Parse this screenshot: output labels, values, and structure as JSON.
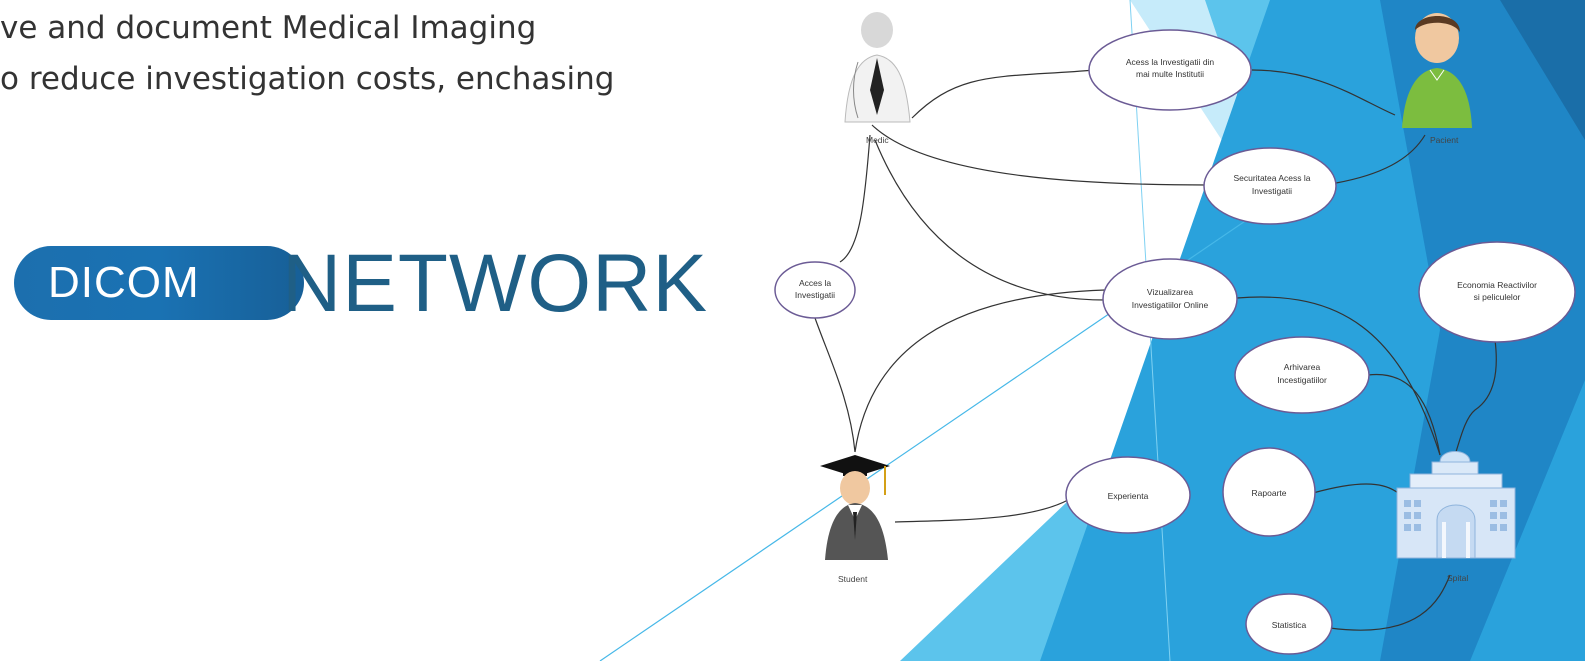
{
  "intro_lines": [
    "ve and document Medical Imaging",
    "o reduce investigation costs, enchasing"
  ],
  "logo": {
    "part1": "DICOM",
    "part2": "NETWORK"
  },
  "actors": {
    "medic": "Medic",
    "pacient": "Pacient",
    "student": "Student",
    "spital": "Spital"
  },
  "use_cases": {
    "acces_institute": [
      "Acess la Investigatii din",
      "mai multe Institutii"
    ],
    "securitatea": [
      "Securitatea Acess la",
      "Investigatii"
    ],
    "acces_investigatii": [
      "Acces la",
      "Investigatii"
    ],
    "vizualizarea": [
      "Vizualizarea",
      "Investigatiilor Online"
    ],
    "economia": [
      "Economia Reactivilor",
      "si peliculelor"
    ],
    "arhivarea": [
      "Arhivarea",
      "Incestigatiilor"
    ],
    "rapoarte": [
      "Rapoarte"
    ],
    "experienta": [
      "Experienta"
    ],
    "statistica": [
      "Statistica"
    ]
  },
  "colors": {
    "brand_blue": "#1c6fae",
    "network_text": "#1f5f86",
    "bg_blue": "#29a3e0",
    "bg_light": "#c9ecfb"
  }
}
